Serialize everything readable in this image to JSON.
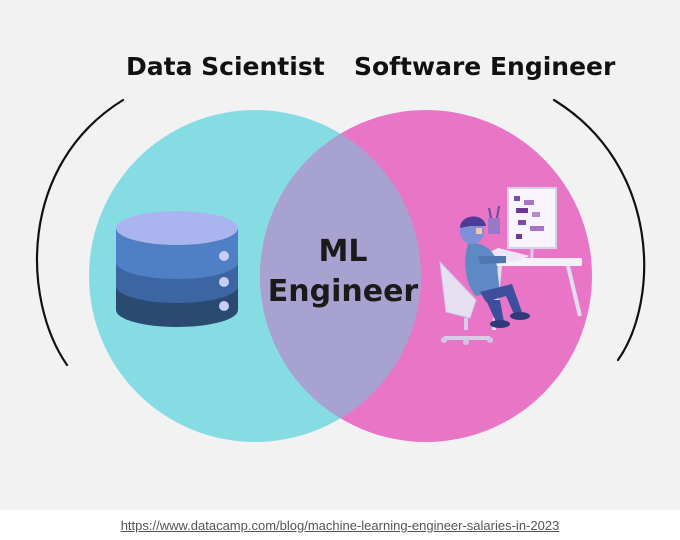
{
  "diagram": {
    "left_circle": {
      "label": "Data Scientist",
      "color": "#85dde3"
    },
    "right_circle": {
      "label": "Software Engineer",
      "color": "#e975c6"
    },
    "overlap": {
      "line1": "ML",
      "line2": "Engineer",
      "color": "#a8a2d0"
    },
    "left_icon": "database-icon",
    "right_icon": "developer-at-desk-icon"
  },
  "footer": {
    "source_link": "https://www.datacamp.com/blog/machine-learning-engineer-salaries-in-2023"
  }
}
